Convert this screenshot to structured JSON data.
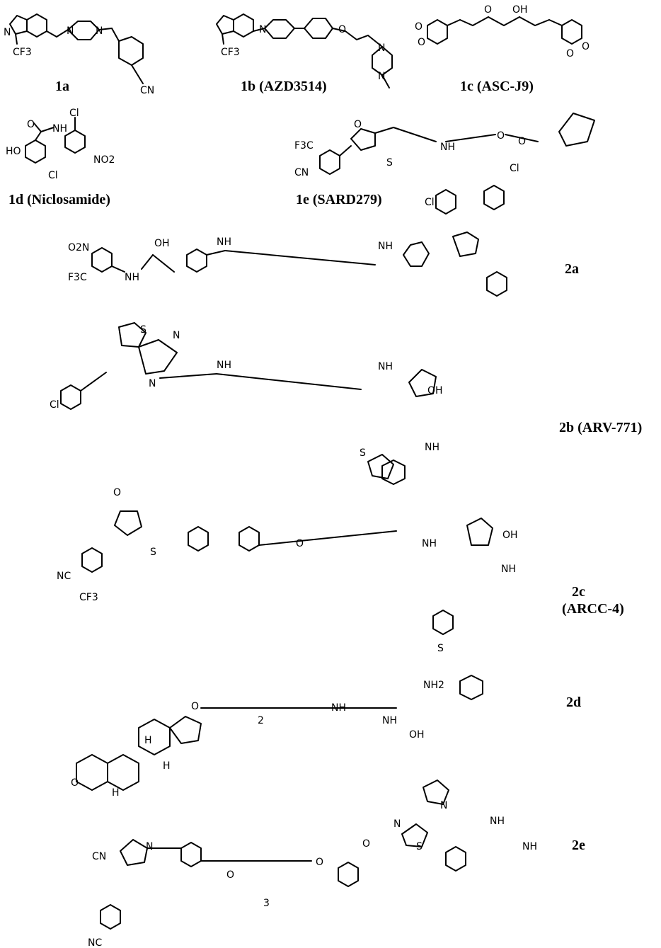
{
  "compounds": [
    {
      "id": "1a",
      "label": "1a"
    },
    {
      "id": "1b",
      "label": "1b (AZD3514)"
    },
    {
      "id": "1c",
      "label": "1c (ASC-J9)"
    },
    {
      "id": "1d",
      "label": "1d (Niclosamide)"
    },
    {
      "id": "1e",
      "label": "1e (SARD279)"
    },
    {
      "id": "2a",
      "label": "2a"
    },
    {
      "id": "2b",
      "label": "2b (ARV-771)"
    },
    {
      "id": "2c",
      "label_line1": "2c",
      "label_line2": "(ARCC-4)"
    },
    {
      "id": "2d",
      "label": "2d"
    },
    {
      "id": "2e",
      "label": "2e"
    }
  ],
  "atom_labels": {
    "cf3": "CF3",
    "f3c": "F3C",
    "cn": "CN",
    "nc": "NC",
    "n": "N",
    "o": "O",
    "s": "S",
    "cl": "Cl",
    "oh": "OH",
    "ho": "HO",
    "nh": "NH",
    "h": "H",
    "nh2": "NH2",
    "no2": "NO2",
    "o2n": "O2N",
    "sub2": "2",
    "sub3": "3"
  }
}
